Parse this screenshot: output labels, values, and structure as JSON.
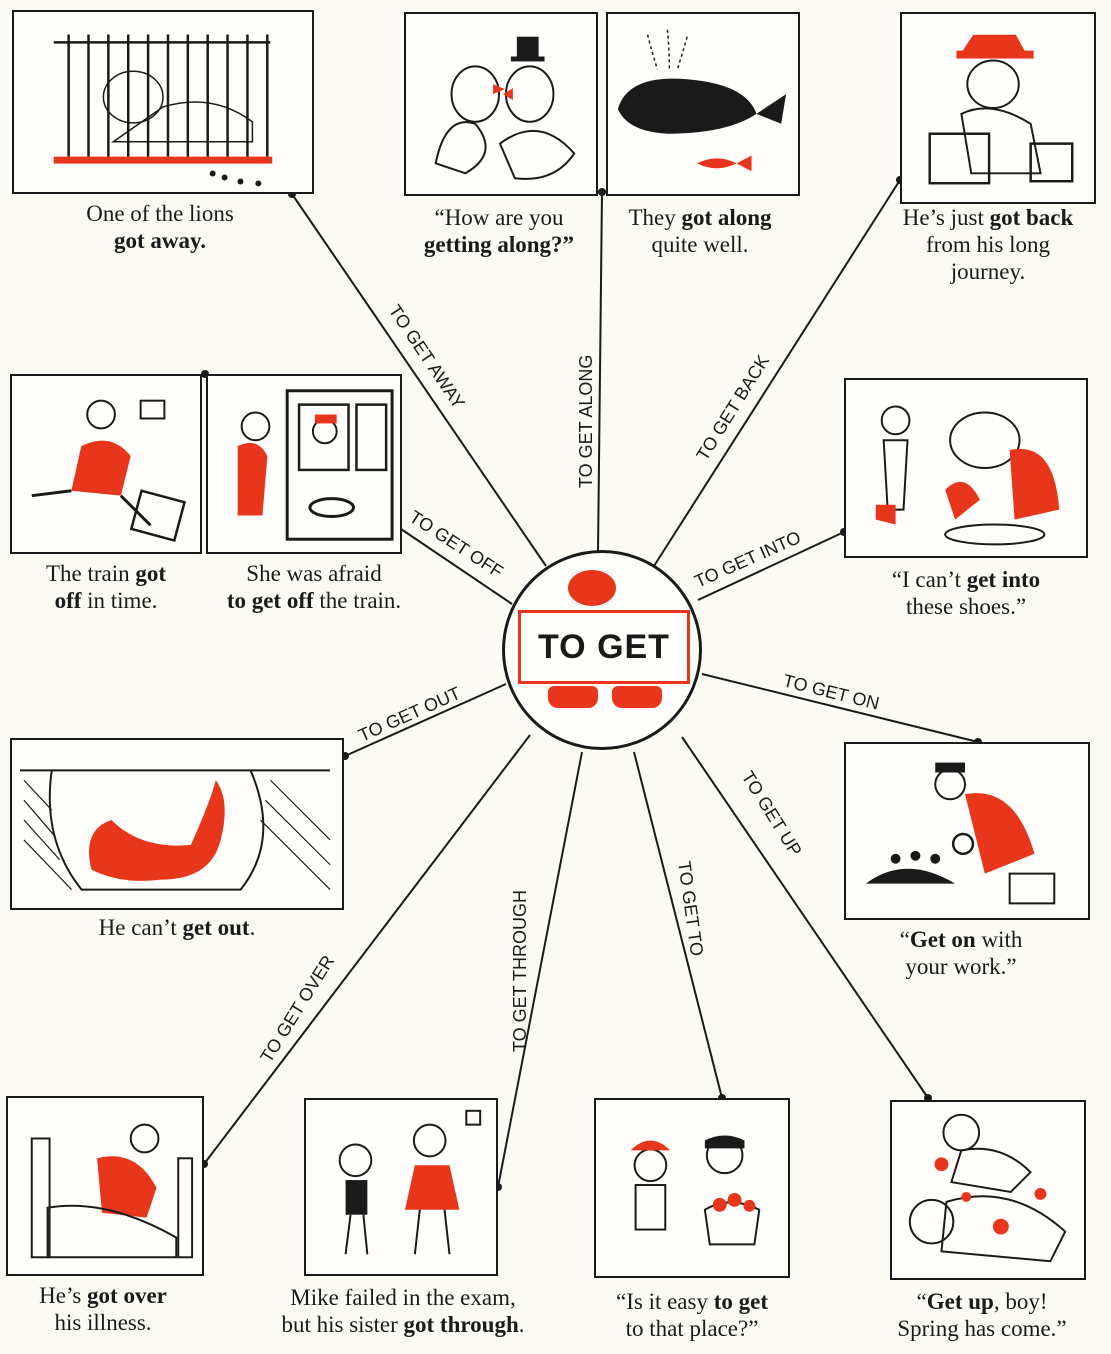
{
  "center": {
    "label": "TO GET"
  },
  "spokes": [
    {
      "id": "away",
      "label": "TO GET AWAY"
    },
    {
      "id": "along",
      "label": "TO GET ALONG"
    },
    {
      "id": "back",
      "label": "TO GET BACK"
    },
    {
      "id": "off",
      "label": "TO GET OFF"
    },
    {
      "id": "into",
      "label": "TO GET INTO"
    },
    {
      "id": "out",
      "label": "TO GET OUT"
    },
    {
      "id": "on",
      "label": "TO GET ON"
    },
    {
      "id": "up",
      "label": "TO GET UP"
    },
    {
      "id": "over",
      "label": "TO GET OVER"
    },
    {
      "id": "through",
      "label": "TO GET THROUGH"
    },
    {
      "id": "to",
      "label": "TO GET TO"
    }
  ],
  "captions": {
    "lions": {
      "l1": "One of the lions",
      "l2b": "got away."
    },
    "how_along": {
      "l1": "“How are you",
      "l2b": "getting along?”"
    },
    "got_along": {
      "l1a": "They ",
      "l1b": "got along",
      "l2": "quite well."
    },
    "back": {
      "l1a": "He’s just ",
      "l1b": "got back",
      "l2": "from his long",
      "l3": "journey."
    },
    "train_off": {
      "l1a": "The train ",
      "l1b": "got",
      "l2b": "off",
      "l2": " in time."
    },
    "afraid_off": {
      "l1": "She was afraid",
      "l2b": "to get off",
      "l2": " the train."
    },
    "into": {
      "l1a": "“I can’t ",
      "l1b": "get into",
      "l2": "these shoes.”"
    },
    "out": {
      "l1a": "He can’t ",
      "l1b": "get out",
      "l1c": "."
    },
    "on": {
      "l1a": "“",
      "l1b": "Get on",
      "l1c": " with",
      "l2": "your work.”"
    },
    "over": {
      "l1a": "He’s ",
      "l1b": "got over",
      "l2": "his illness."
    },
    "through": {
      "l1": "Mike failed in the exam,",
      "l2a": "but his sister ",
      "l2b": "got through",
      "l2c": "."
    },
    "to": {
      "l1a": "“Is it easy ",
      "l1b": "to get",
      "l2": "to that place?”"
    },
    "up": {
      "l1a": "“",
      "l1b": "Get up",
      "l1c": ", boy!",
      "l2": "Spring has come.”"
    }
  },
  "colors": {
    "accent": "#e8361c",
    "ink": "#1a1a1a",
    "paper": "#fbfaf3"
  }
}
